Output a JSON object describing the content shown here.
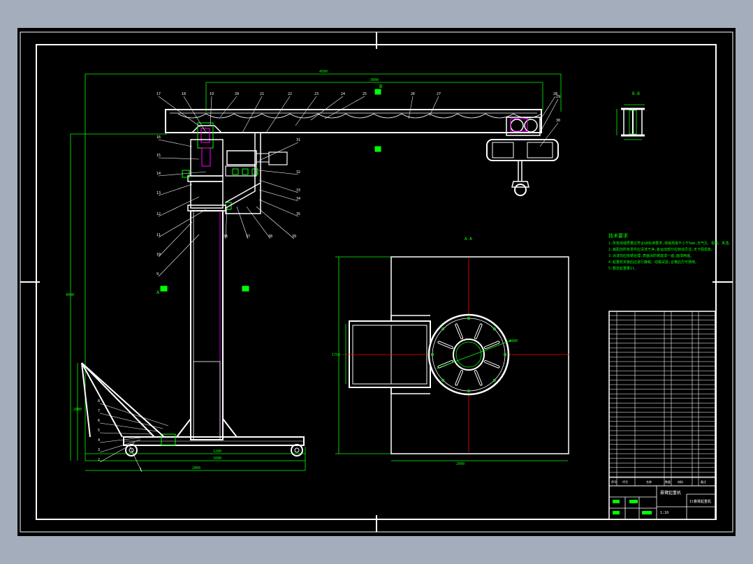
{
  "colors": {
    "background": "#a3adbc",
    "sheet": "#000000",
    "outline": "#ffffff",
    "dimension": "#00ff00",
    "centerline": "#ff0000",
    "hidden": "#ff00ff",
    "text": "#00ff00"
  },
  "views": {
    "front_label": "A",
    "side_label": "B-B",
    "top_label": "A-A",
    "section_mark_a": "A",
    "section_mark_b": "B"
  },
  "dimensions": {
    "overall_span": "4500",
    "arm_length": "3000",
    "total_height": "4000",
    "column_height": "2880",
    "base_width": "1600",
    "base_length": "2000",
    "base_offset": "1200",
    "plate_width": "2000",
    "plate_height": "1750",
    "bolt_circle": "Φ800"
  },
  "balloons": {
    "top_row": [
      "17",
      "18",
      "19",
      "20",
      "21",
      "22",
      "23",
      "24",
      "25",
      "26",
      "27",
      "28"
    ],
    "left_column": [
      "16",
      "15",
      "14",
      "13",
      "12",
      "11",
      "10",
      "9"
    ],
    "right_column": [
      "29",
      "30",
      "31",
      "32",
      "33",
      "34",
      "35"
    ],
    "base_left": [
      "1",
      "2",
      "3",
      "4",
      "5",
      "6",
      "7",
      "8"
    ],
    "bottom_row": [
      "36",
      "37",
      "38",
      "39"
    ]
  },
  "notes": {
    "title": "技术要求",
    "lines": [
      "1.所有焊缝质量应符合GB标准要求,焊缝高度不小于5mm,无气孔、裂纹、夹渣。",
      "2.装配前所有零件应清洗干净,各运动部分应转动灵活,无卡阻现象。",
      "3.涂漆前应除锈处理,表面涂防锈底漆一遍,面漆两遍。",
      "4.起重机安装后应进行静载、动载试验,合格后方可使用。",
      "5.额定起重量1t。"
    ]
  },
  "title_block": {
    "drawing_name": "悬臂起重机",
    "drawing_number": "1t悬臂起重机",
    "scale": "1:10",
    "header_cols": [
      "序号",
      "代号",
      "名称",
      "数量",
      "材料",
      "备注"
    ]
  }
}
